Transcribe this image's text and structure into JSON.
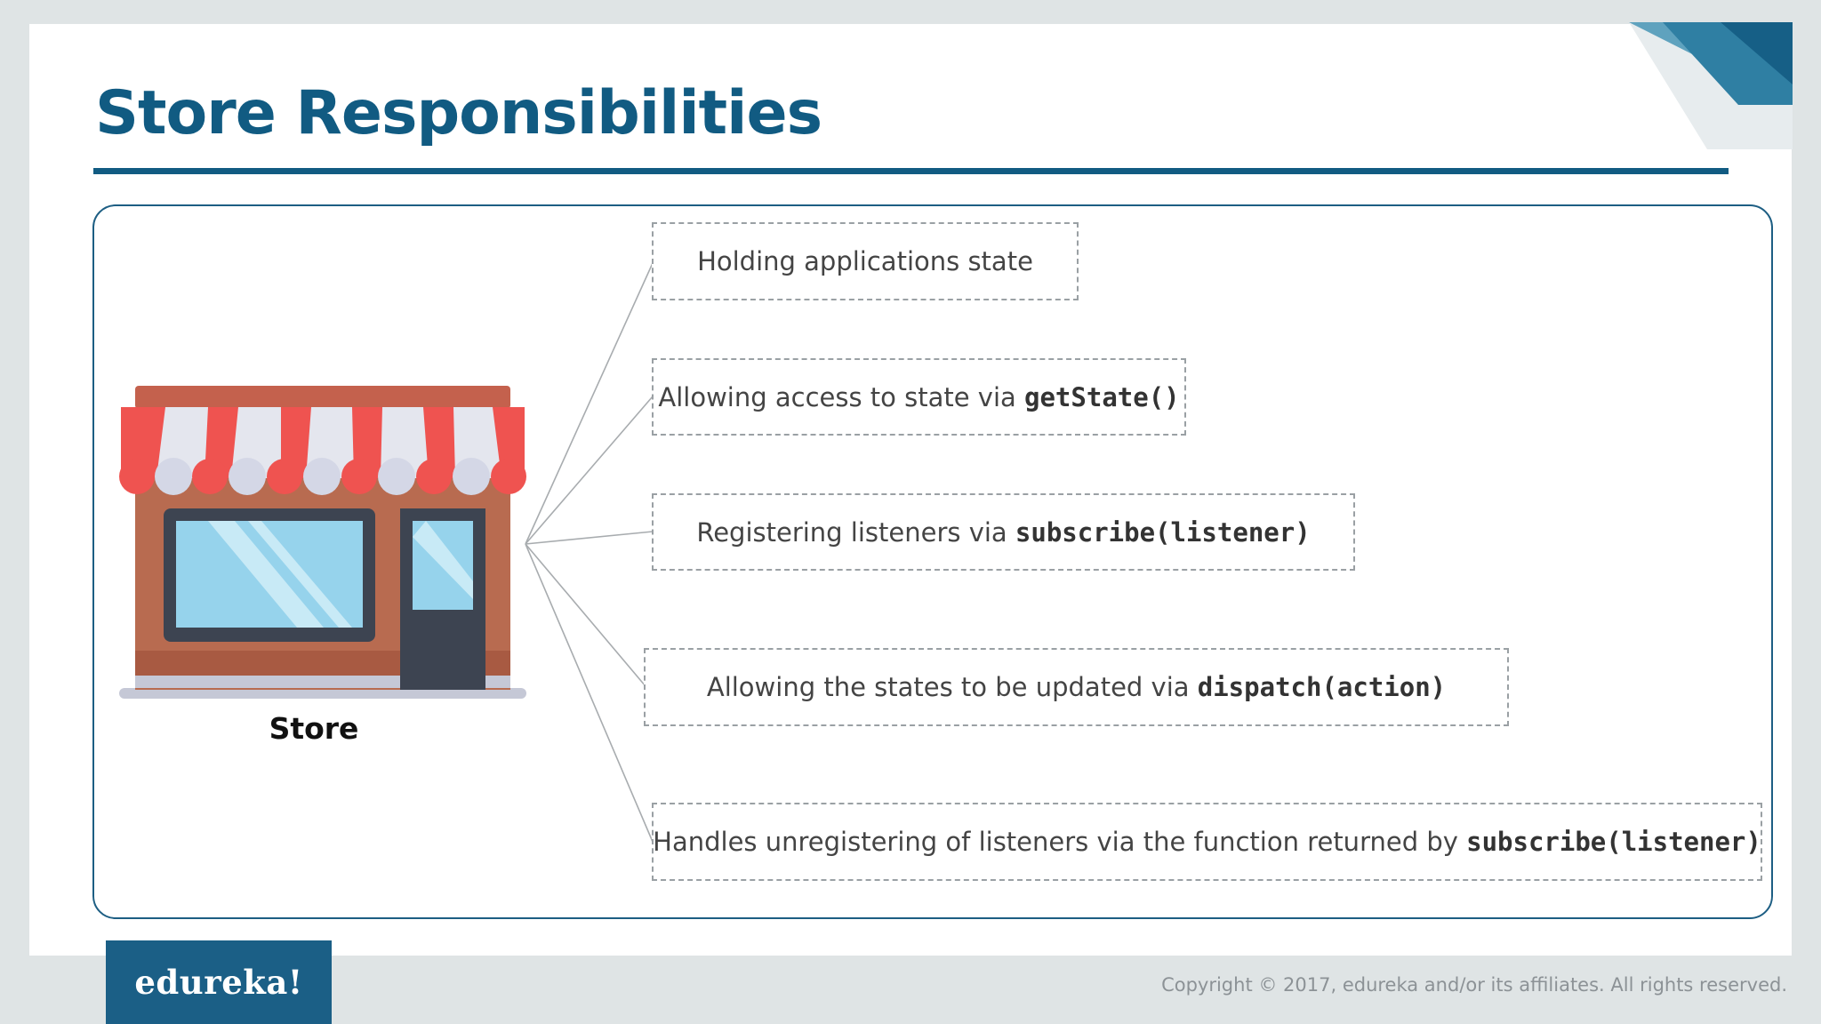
{
  "slide": {
    "title": "Store Responsibilities"
  },
  "diagram": {
    "center_label": "Store",
    "responsibilities": [
      {
        "text": "Holding applications state",
        "code": ""
      },
      {
        "text": "Allowing access to state via ",
        "code": "getState()"
      },
      {
        "text": "Registering listeners via ",
        "code": "subscribe(listener)"
      },
      {
        "text": "Allowing the states to be updated via ",
        "code": "dispatch(action)"
      },
      {
        "text": "Handles unregistering of listeners via the function returned by ",
        "code": "subscribe(listener)"
      }
    ]
  },
  "footer": {
    "logo": "edureka!",
    "copyright": "Copyright © 2017, edureka and/or its affiliates. All rights reserved."
  },
  "colors": {
    "brand_blue": "#115b82",
    "awning_red": "#ef5350",
    "storefront_brown": "#b86b50"
  }
}
